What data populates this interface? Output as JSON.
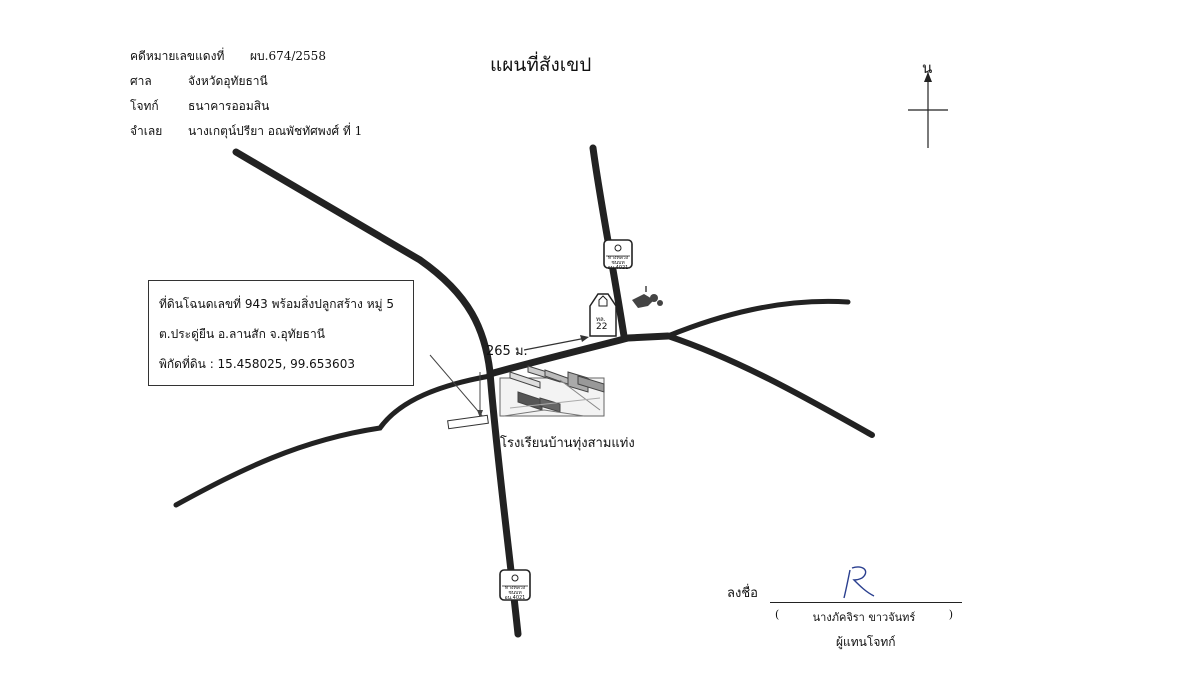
{
  "header": {
    "case_number_label": "คดีหมายเลขแดงที่",
    "case_number_value": "ผบ.674/2558",
    "court_label": "ศาล",
    "court_value": "จังหวัดอุทัยธานี",
    "plaintiff_label": "โจทก์",
    "plaintiff_value": "ธนาคารออมสิน",
    "defendant_label": "จำเลย",
    "defendant_value": "นางเกตุน์ปรียา  อณพัชทัศพงศ์  ที่ 1"
  },
  "title": "แผนที่สังเขป",
  "north_label": "น",
  "property_box": {
    "line1": "ที่ดินโฉนดเลขที่  943 พร้อมสิ่งปลูกสร้าง   หมู่ 5",
    "line2": "ต.ประดู่ยืน  อ.ลานสัก     จ.อุทัยธานี",
    "line3": "พิกัดที่ดิน : 15.458025, 99.653603"
  },
  "map_labels": {
    "distance": "265 ม.",
    "school": "โรงเรียนบ้านทุ่งสามแท่ง"
  },
  "road_signs": {
    "rural_road_top": "ทางหลวงชนบท อน.4021",
    "rural_road_bottom": "ทางหลวงชนบท อน.4021",
    "highway_name": "ทล.",
    "highway_number": "22"
  },
  "signature": {
    "sign_label": "ลงชื่อ",
    "open_paren": "(",
    "name": "นางภัคจิรา  ขาวจันทร์",
    "close_paren": ")",
    "role": "ผู้แทนโจทก์"
  }
}
